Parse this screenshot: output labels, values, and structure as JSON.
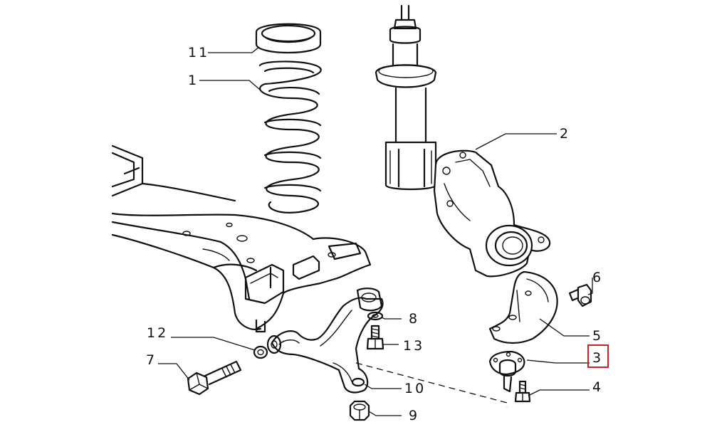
{
  "colors": {
    "line": "#111111",
    "highlight": "#cc2222",
    "background": "#ffffff"
  },
  "callouts": {
    "p1": "1",
    "p2": "2",
    "p3": "3",
    "p4": "4",
    "p5": "5",
    "p6": "6",
    "p7": "7",
    "p8": "8",
    "p9": "9",
    "p10": "10",
    "p11": "11",
    "p12": "12",
    "p13": "13"
  },
  "selected_callout": "3"
}
